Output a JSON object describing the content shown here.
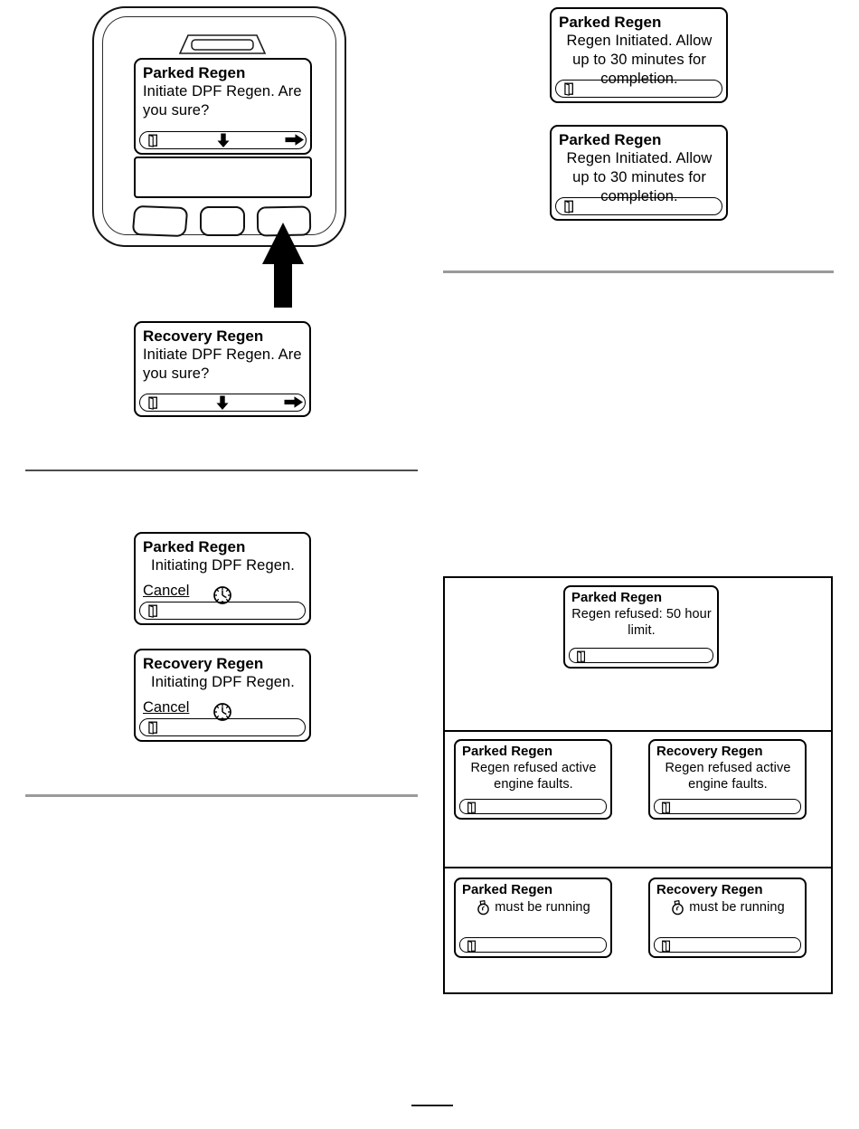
{
  "doc": {
    "type": "operator-manual-page",
    "subject": "DPF Regeneration display messages"
  },
  "colors": {
    "ink": "#000000",
    "rule_dark": "#4d4d4d",
    "rule_gray": "#9a9a9a",
    "screen_bg": "#ffffff"
  },
  "icons": {
    "exit": "exit-door-icon",
    "down": "down-arrow-icon",
    "right": "right-arrow-icon",
    "clock": "clock-icon",
    "engine": "engine-icon",
    "callout": "button-press-arrow"
  },
  "screens": {
    "parked_confirm": {
      "title": "Parked Regen",
      "body": "Initiate DPF Regen. Are you sure?"
    },
    "recovery_confirm": {
      "title": "Recovery Regen",
      "body": "Initiate DPF Regen. Are you sure?"
    },
    "parked_initiated": {
      "title": "Parked Regen",
      "body": "Regen Initiated. Allow up to 30 minutes for completion."
    },
    "parked_initiating": {
      "title": "Parked Regen",
      "body": "Initiating DPF Regen.",
      "cancel": "Cancel"
    },
    "recovery_initiating": {
      "title": "Recovery Regen",
      "body": "Initiating DPF Regen.",
      "cancel": "Cancel"
    },
    "parked_refused_hours": {
      "title": "Parked Regen",
      "body": "Regen refused: 50 hour limit."
    },
    "parked_refused_faults": {
      "title": "Parked Regen",
      "body": "Regen refused active engine faults."
    },
    "recovery_refused_faults": {
      "title": "Recovery Regen",
      "body": "Regen refused active engine faults."
    },
    "parked_engine_run": {
      "title": "Parked Regen",
      "body": "must be running"
    },
    "recovery_engine_run": {
      "title": "Recovery Regen",
      "body": "must be running"
    }
  }
}
